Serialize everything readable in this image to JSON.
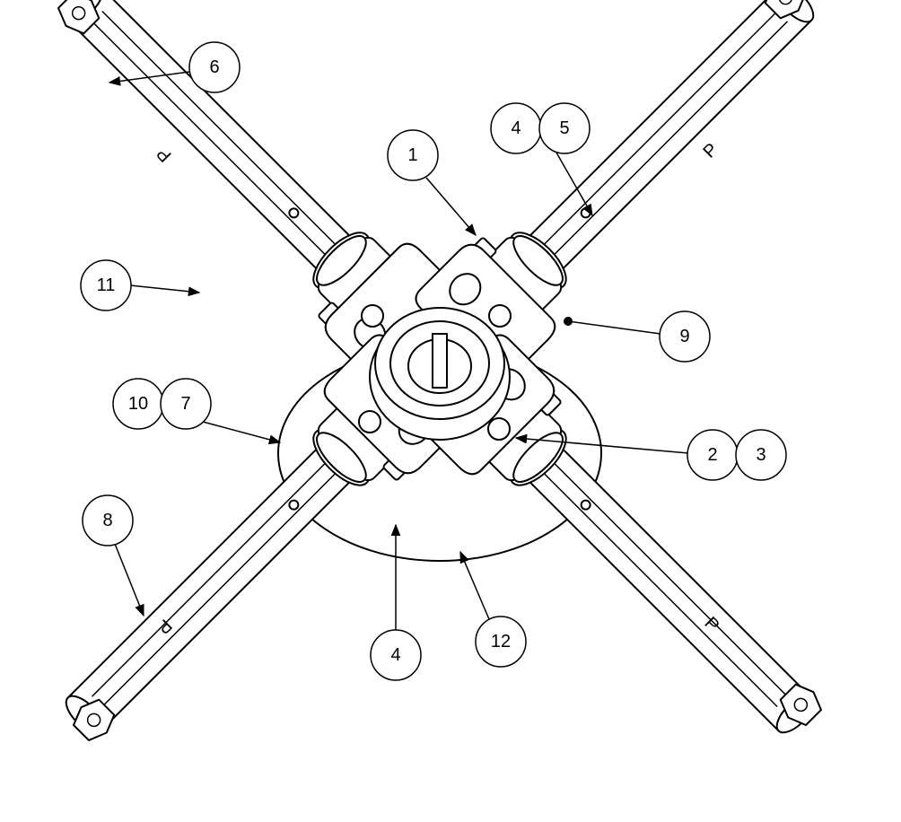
{
  "title": "Spider assembly parts diagram",
  "callouts": {
    "c6": "6",
    "c1": "1",
    "c4a": "4",
    "c5": "5",
    "c11": "11",
    "c9": "9",
    "c10": "10",
    "c7": "7",
    "c2": "2",
    "c3": "3",
    "c8": "8",
    "c4b": "4",
    "c12": "12"
  },
  "arm_marks": [
    "P",
    "P",
    "P",
    "P"
  ]
}
